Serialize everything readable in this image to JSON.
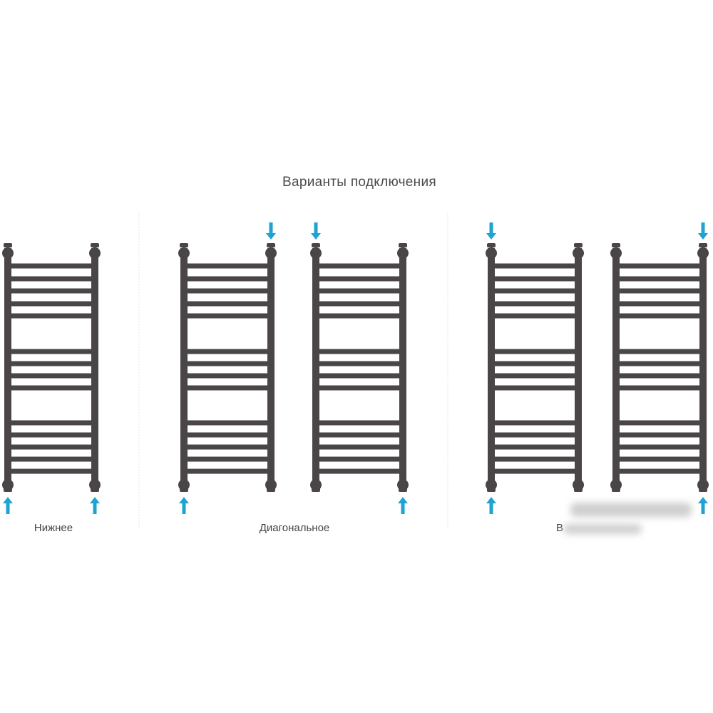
{
  "title": "Варианты подключения",
  "groups": [
    {
      "label": "Нижнее"
    },
    {
      "label": "Диагональное"
    },
    {
      "label": "В"
    }
  ],
  "racks": [
    {
      "arrows": [
        "bottom-left-up",
        "bottom-right-up"
      ]
    },
    {
      "arrows": [
        "top-right-down",
        "bottom-left-up"
      ]
    },
    {
      "arrows": [
        "top-left-down",
        "bottom-right-up"
      ]
    },
    {
      "arrows": [
        "top-left-down",
        "bottom-left-up"
      ]
    },
    {
      "arrows": [
        "top-right-down",
        "bottom-right-up"
      ]
    }
  ],
  "colors": {
    "rack": "#4a4546",
    "arrow": "#1ea3d2",
    "divider": "#e4e4e4"
  }
}
